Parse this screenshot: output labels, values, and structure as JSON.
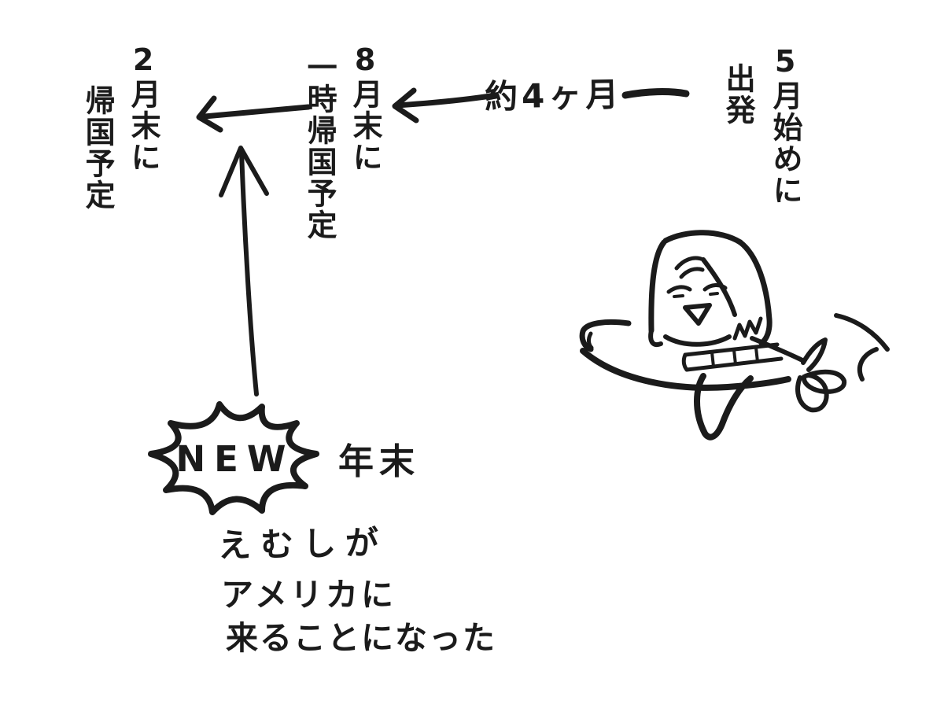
{
  "canvas": {
    "background": "#ffffff",
    "ink": "#1b1b1b"
  },
  "timeline": {
    "departure": {
      "columns": [
        "5月始めに",
        "出発"
      ]
    },
    "duration_label": "約4ヶ月",
    "temp_return": {
      "columns": [
        "8月末に",
        "一時帰国予定"
      ]
    },
    "final_return": {
      "columns": [
        "2月末に",
        "帰国予定"
      ]
    }
  },
  "update": {
    "badge": "NEW",
    "time_label": "年末",
    "note_lines": [
      "えむしが",
      "アメリカに",
      "来ることになった"
    ]
  }
}
